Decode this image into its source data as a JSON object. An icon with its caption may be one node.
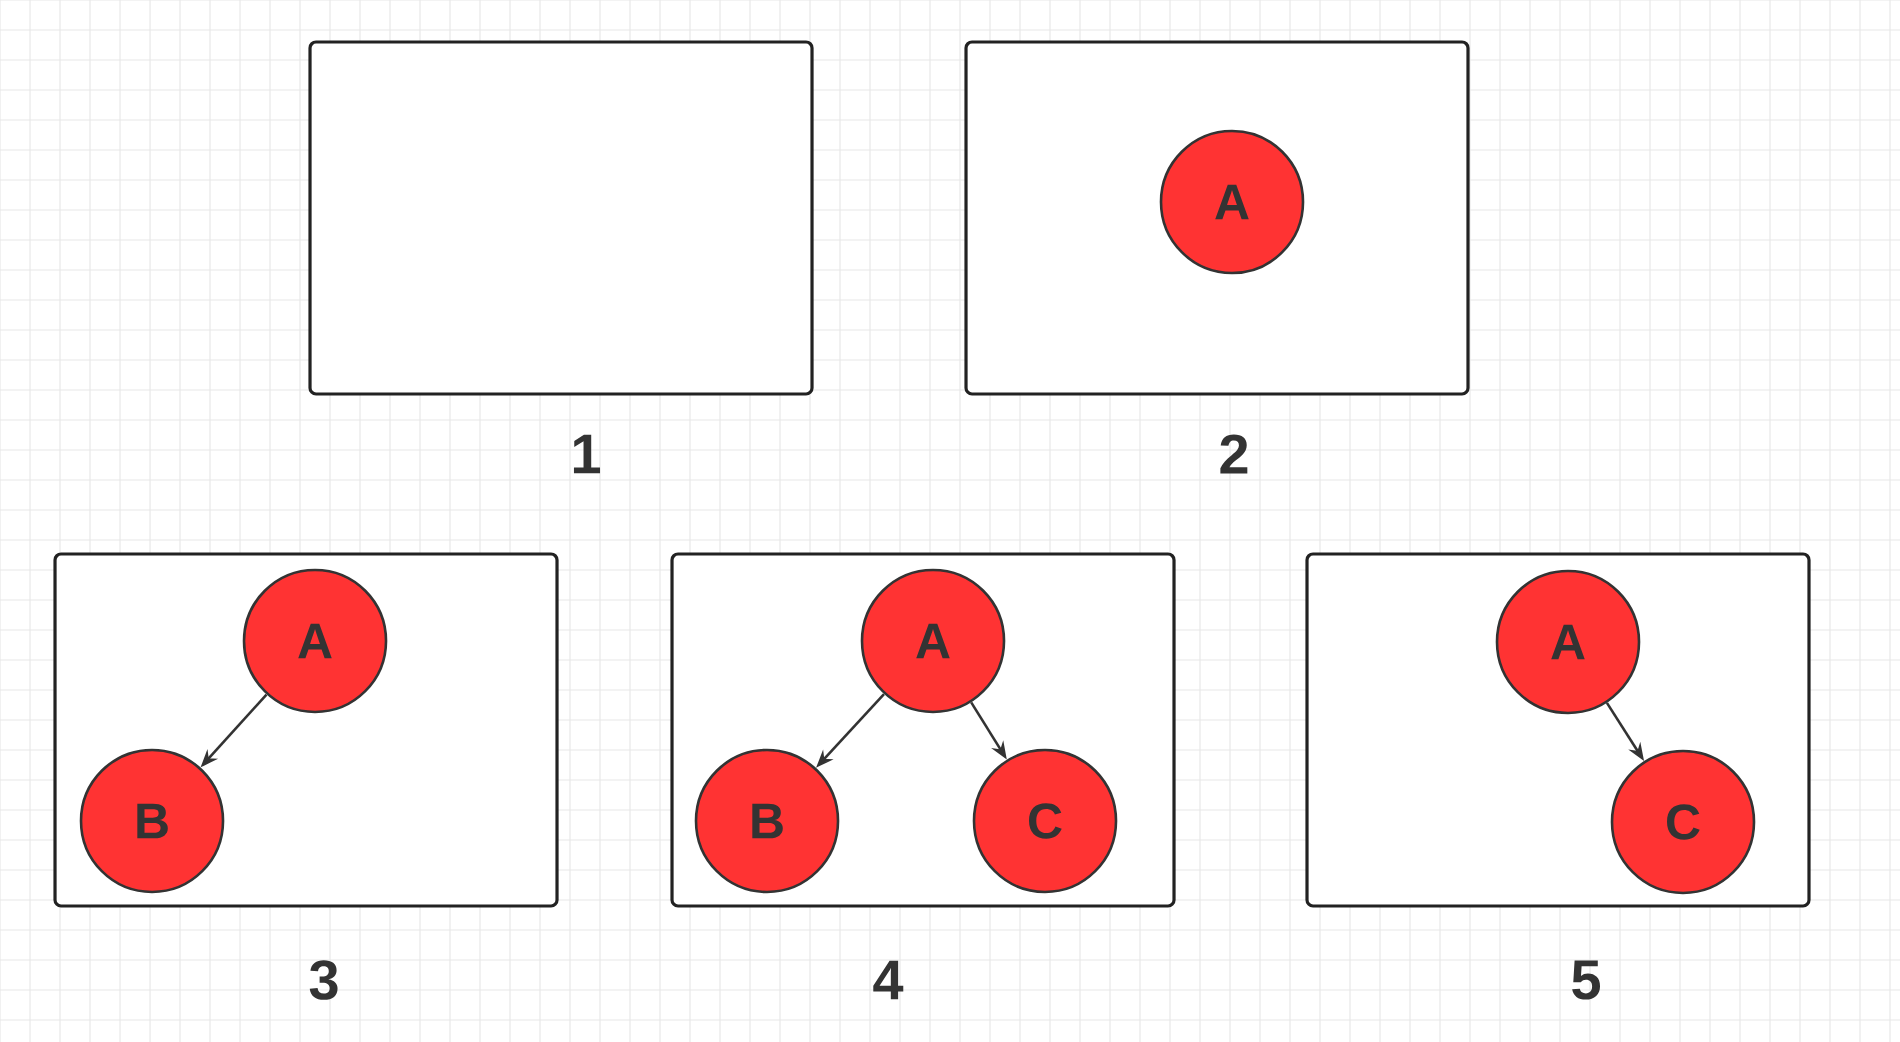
{
  "diagram": {
    "nodes": [
      {
        "text": [],
        "shape": "box",
        "beside": [
          "1"
        ]
      },
      {
        "text": [],
        "shape": "box",
        "beside": [
          "2"
        ]
      },
      {
        "text": [
          "A"
        ],
        "in": 1
      },
      {
        "text": [],
        "shape": "box",
        "beside": [
          "3"
        ]
      },
      {
        "text": [
          "A"
        ],
        "in": 3
      },
      {
        "text": [
          "B"
        ],
        "in": 3
      },
      {
        "text": [],
        "shape": "box",
        "beside": [
          "4"
        ]
      },
      {
        "text": [
          "A"
        ],
        "in": 6
      },
      {
        "text": [
          "B"
        ],
        "in": 6
      },
      {
        "text": [
          "C"
        ],
        "in": 6
      },
      {
        "text": [],
        "shape": "box",
        "beside": [
          "5"
        ]
      },
      {
        "text": [
          "A"
        ],
        "in": 10
      },
      {
        "text": [
          "C"
        ],
        "in": 10
      }
    ],
    "edges": [
      {
        "from": 4,
        "to": 5,
        "arrow": "to"
      },
      {
        "from": 7,
        "to": 8,
        "arrow": "to"
      },
      {
        "from": 7,
        "to": 9,
        "arrow": "to"
      },
      {
        "from": 11,
        "to": 12,
        "arrow": "to"
      }
    ]
  }
}
